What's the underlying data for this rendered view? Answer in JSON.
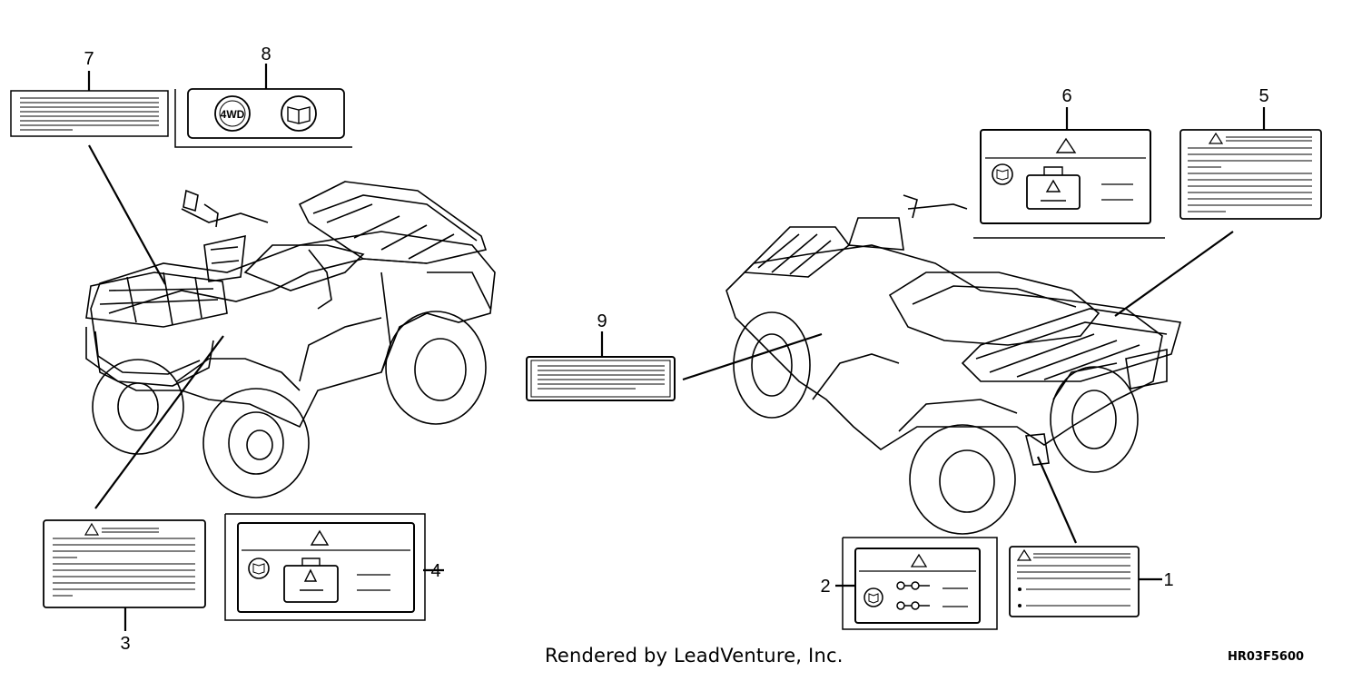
{
  "callouts": {
    "c1": "1",
    "c2": "2",
    "c3": "3",
    "c4": "4",
    "c5": "5",
    "c6": "6",
    "c7": "7",
    "c8": "8",
    "c9": "9"
  },
  "badges": {
    "four_wd": "4WD"
  },
  "footer": {
    "credit": "Rendered by LeadVenture, Inc.",
    "code": "HR03F5600"
  }
}
